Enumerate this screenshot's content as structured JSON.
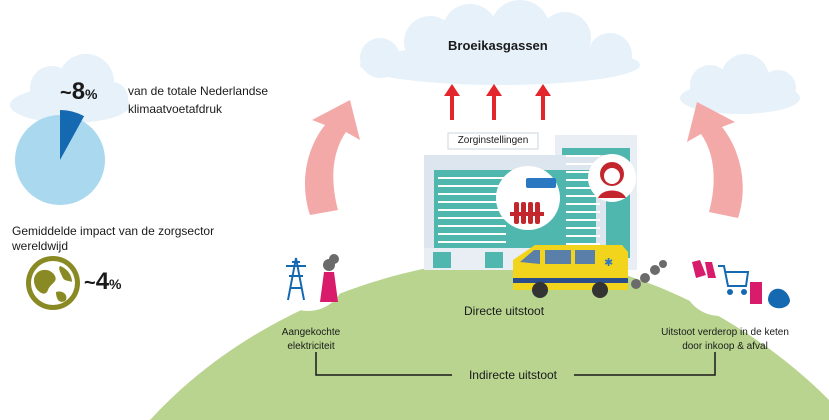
{
  "header": {
    "greenhouse_label": "Broeikasgassen"
  },
  "netherlands_stat": {
    "value_prefix": "~",
    "value": "8",
    "unit": "%",
    "fraction": 0.08,
    "description": "van de totale Nederlandse klimaatvoetafdruk"
  },
  "global_stat": {
    "caption": "Gemiddelde impact van de zorgsector wereldwijd",
    "value_prefix": "~",
    "value": "4",
    "unit": "%"
  },
  "building": {
    "label": "Zorginstellingen"
  },
  "labels": {
    "purchased_electricity": "Aangekochte elektriciteit",
    "direct_emissions": "Directe uitstoot",
    "downstream_emissions": "Uitstoot verderop in de keten door inkoop & afval",
    "indirect_emissions": "Indirecte uitstoot"
  },
  "colors": {
    "pie_light": "#a9d8ef",
    "pie_dark": "#1569b0",
    "hill": "#b8d48f",
    "cloud": "#e6f1fa",
    "arrow_pink": "#f4a9a9",
    "arrow_red": "#e3262b",
    "building_teal": "#4fb7ae",
    "ambulance_yellow": "#f3d41c",
    "factory_pink": "#d81b6a"
  }
}
